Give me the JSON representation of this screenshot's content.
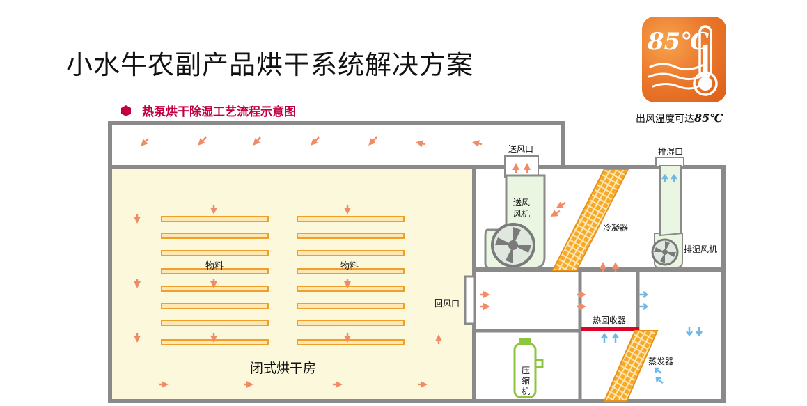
{
  "title": "小水牛农副产品烘干系统解决方案",
  "subtitle": "热泵烘干除湿工艺流程示意图",
  "badge": {
    "value": "85℃",
    "caption_prefix": "出风温度可达",
    "caption_value": "85℃"
  },
  "labels": {
    "supply_outlet": "送风口",
    "supply_fan": "送风\n风机",
    "condenser": "冷凝器",
    "exhaust_outlet": "排湿口",
    "exhaust_fan": "排湿风机",
    "material_left": "物料",
    "material_right": "物料",
    "return_inlet": "回风口",
    "heat_recovery": "热回收器",
    "evaporator": "蒸发器",
    "compressor": "压\n缩\n机",
    "drying_room": "闭式烘干房"
  },
  "colors": {
    "wall": "#8a8a8a",
    "room_fill": "#fbf8dc",
    "rack": "#f0a02a",
    "coil": "#f5a11f",
    "hot_arrow": "#f08a67",
    "cold_arrow": "#6fb7e6",
    "accent": "#c2003f",
    "heat_recovery_bar": "#e0002a",
    "compressor": "#8cc63f"
  }
}
